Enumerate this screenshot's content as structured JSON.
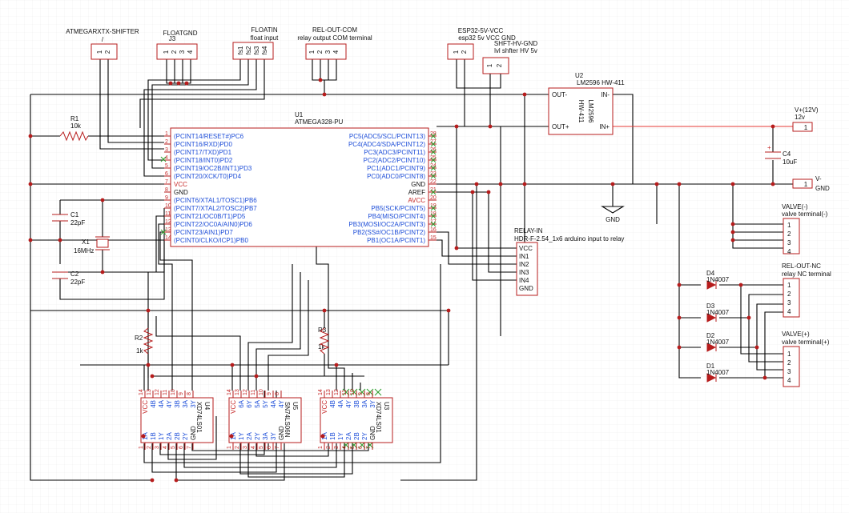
{
  "connectors": {
    "shifter": {
      "name": "ATMEGARXTX-SHIFTER",
      "value": "/",
      "pins": [
        "1",
        "2"
      ]
    },
    "floatgnd": {
      "name": "FLOATGND",
      "value": "J3",
      "pins": [
        "1",
        "2",
        "3",
        "4"
      ]
    },
    "floatin": {
      "name": "FLOATIN",
      "value": "float input",
      "pins": [
        "fs1",
        "fs2",
        "fs3",
        "fs4"
      ]
    },
    "relout_com": {
      "name": "REL-OUT-COM",
      "value": "relay output COM terminal",
      "pins": [
        "1",
        "2",
        "3",
        "4"
      ]
    },
    "esp32": {
      "name": "ESP32-5V-VCC",
      "value": "esp32 5v VCC GND",
      "pins": [
        "1",
        "2"
      ]
    },
    "shft_hv": {
      "name": "SHFT-HV-GND",
      "value": "lvl shfter HV 5v",
      "pins": [
        "1",
        "2"
      ]
    },
    "vplus": {
      "name": "V+(12V)",
      "value": "12v",
      "pin": "1"
    },
    "vminus": {
      "name": "V-",
      "value": "GND",
      "pin": "1"
    },
    "valve_minus": {
      "name": "VALVE(-)",
      "value": "valve terminal(-)",
      "pins": [
        "1",
        "2",
        "3",
        "4"
      ]
    },
    "relout_nc": {
      "name": "REL-OUT-NC",
      "value": "relay NC terminal",
      "pins": [
        "1",
        "2",
        "3",
        "4"
      ]
    },
    "valve_plus": {
      "name": "VALVE(+)",
      "value": "valve terminal(+)",
      "pins": [
        "1",
        "2",
        "3",
        "4"
      ]
    },
    "relay_in": {
      "name": "RELAY-IN",
      "value": "HDR-F-2.54_1x6 arduino input to relay",
      "pins": [
        "VCC",
        "IN1",
        "IN2",
        "IN3",
        "IN4",
        "GND"
      ]
    }
  },
  "regulator": {
    "ref": "U2",
    "value": "LM2596 HW-411",
    "body1": "LM2596",
    "body2": "HW-411",
    "pins": [
      "OUT-",
      "OUT+",
      "IN-",
      "IN+"
    ]
  },
  "mcu": {
    "ref": "U1",
    "value": "ATMEGA328-PU",
    "left_pins": [
      {
        "num": "1",
        "name": "(PCINT14/RESET#)PC6"
      },
      {
        "num": "2",
        "name": "(PCINT16/RXD)PD0"
      },
      {
        "num": "3",
        "name": "(PCINT17/TXD)PD1"
      },
      {
        "num": "4",
        "name": "(PCINT18/INT0)PD2"
      },
      {
        "num": "5",
        "name": "(PCINT19/OC2B/INT1)PD3"
      },
      {
        "num": "6",
        "name": "(PCINT20/XCK/T0)PD4"
      },
      {
        "num": "7",
        "name": "VCC"
      },
      {
        "num": "8",
        "name": "GND"
      },
      {
        "num": "9",
        "name": "(PCINT6/XTAL1/TOSC1)PB6"
      },
      {
        "num": "10",
        "name": "(PCINT7/XTAL2/TOSC2)PB7"
      },
      {
        "num": "11",
        "name": "(PCINT21/OC0B/T1)PD5"
      },
      {
        "num": "12",
        "name": "(PCINT22/OC0A/AIN0)PD6"
      },
      {
        "num": "13",
        "name": "(PCINT23/AIN1)PD7"
      },
      {
        "num": "14",
        "name": "(PCINT0/CLKO/ICP1)PB0"
      }
    ],
    "right_pins": [
      {
        "num": "28",
        "name": "PC5(ADC5/SCL/PCINT13)"
      },
      {
        "num": "27",
        "name": "PC4(ADC4/SDA/PCINT12)"
      },
      {
        "num": "26",
        "name": "PC3(ADC3/PCINT11)"
      },
      {
        "num": "25",
        "name": "PC2(ADC2/PCINT10)"
      },
      {
        "num": "24",
        "name": "PC1(ADC1/PCINT9)"
      },
      {
        "num": "23",
        "name": "PC0(ADC0/PCINT8)"
      },
      {
        "num": "22",
        "name": "GND"
      },
      {
        "num": "21",
        "name": "AREF"
      },
      {
        "num": "20",
        "name": "AVCC"
      },
      {
        "num": "19",
        "name": "PB5(SCK/PCINT5)"
      },
      {
        "num": "18",
        "name": "PB4(MISO/PCINT4)"
      },
      {
        "num": "17",
        "name": "PB3(MOSI/OC2A/PCINT3)"
      },
      {
        "num": "16",
        "name": "PB2(SS#/OC1B/PCINT2)"
      },
      {
        "num": "15",
        "name": "PB1(OC1A/PCINT1)"
      }
    ]
  },
  "passives": {
    "r1": {
      "ref": "R1",
      "value": "10k"
    },
    "r2": {
      "ref": "R2",
      "value": "1k"
    },
    "r3": {
      "ref": "R3",
      "value": "1k"
    },
    "c1": {
      "ref": "C1",
      "value": "22pF"
    },
    "c2": {
      "ref": "C2",
      "value": "22pF"
    },
    "c4": {
      "ref": "C4",
      "value": "10uF"
    },
    "x1": {
      "ref": "X1",
      "value": "16MHz"
    }
  },
  "diodes": [
    {
      "ref": "D4",
      "value": "1N4007"
    },
    {
      "ref": "D3",
      "value": "1N4007"
    },
    {
      "ref": "D2",
      "value": "1N4007"
    },
    {
      "ref": "D1",
      "value": "1N4007"
    }
  ],
  "gnd_symbol": "GND",
  "ics": {
    "u4": {
      "ref": "U4",
      "value": "XD74LS01",
      "top": [
        "14",
        "13",
        "12",
        "11",
        "10",
        "9",
        "8"
      ],
      "top_names": [
        "VCC",
        "4B",
        "4A",
        "4Y",
        "3B",
        "3A",
        "3Y"
      ],
      "bot": [
        "1",
        "2",
        "3",
        "4",
        "5",
        "6",
        "7"
      ],
      "bot_names": [
        "1A",
        "1B",
        "1Y",
        "2A",
        "2B",
        "2Y",
        "GND"
      ]
    },
    "u5": {
      "ref": "U5",
      "value": "SN74LS06N",
      "top": [
        "14",
        "13",
        "12",
        "11",
        "10",
        "9",
        "8"
      ],
      "top_names": [
        "VCC",
        "6A",
        "6Y",
        "5A",
        "5Y",
        "4A",
        "4Y"
      ],
      "bot": [
        "1",
        "2",
        "3",
        "4",
        "5",
        "6",
        "7"
      ],
      "bot_names": [
        "1A",
        "1Y",
        "2A",
        "2Y",
        "3A",
        "3Y",
        "GND"
      ]
    },
    "u3": {
      "ref": "U3",
      "value": "XD74LS01",
      "top": [
        "14",
        "13",
        "12",
        "11",
        "10",
        "9",
        "8"
      ],
      "top_names": [
        "VCC",
        "4B",
        "4A",
        "4Y",
        "3B",
        "3A",
        "3Y"
      ],
      "bot": [
        "1",
        "2",
        "3",
        "4",
        "5",
        "6",
        "7"
      ],
      "bot_names": [
        "1A",
        "1B",
        "1Y",
        "2A",
        "2B",
        "2Y",
        "GND"
      ]
    }
  },
  "colors": {
    "wire": "#000000",
    "power_wire": "#e53935",
    "component": "#b71c1c",
    "net_label": "#1e4ed8",
    "no_connect": "#2e9e2e",
    "grid": "#e9e9e9"
  }
}
